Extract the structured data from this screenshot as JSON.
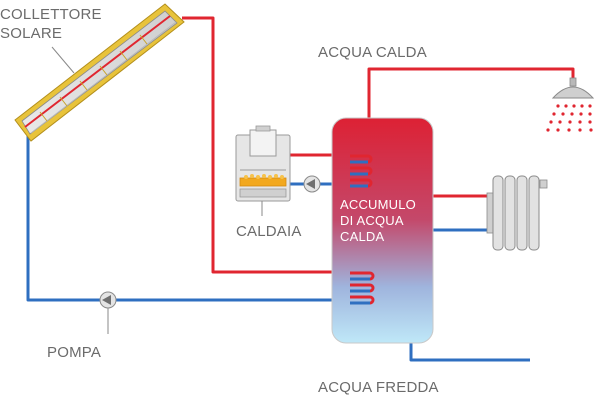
{
  "labels": {
    "collector_line1": "COLLETTORE",
    "collector_line2": "SOLARE",
    "hot_water": "ACQUA CALDA",
    "boiler": "CALDAIA",
    "storage_line1": "ACCUMULO",
    "storage_line2": "DI ACQUA",
    "storage_line3": "CALDA",
    "pump": "POMPA",
    "cold_water": "ACQUA FREDDA"
  },
  "colors": {
    "hot_pipe": "#e02630",
    "cold_pipe": "#2f6fc0",
    "label_text": "#6b6b6b",
    "collector_frame": "#e8c33a",
    "tank_top": "#dd2134",
    "tank_bottom": "#bfe8f8",
    "boiler_flame": "#f2a81e",
    "device_gray": "#d9d9d9"
  },
  "icons": {
    "collector": "solar-collector-icon",
    "shower": "shower-head-icon",
    "boiler": "boiler-icon",
    "radiator": "radiator-icon",
    "pump": "pump-icon",
    "coil": "heat-exchanger-coil-icon"
  }
}
